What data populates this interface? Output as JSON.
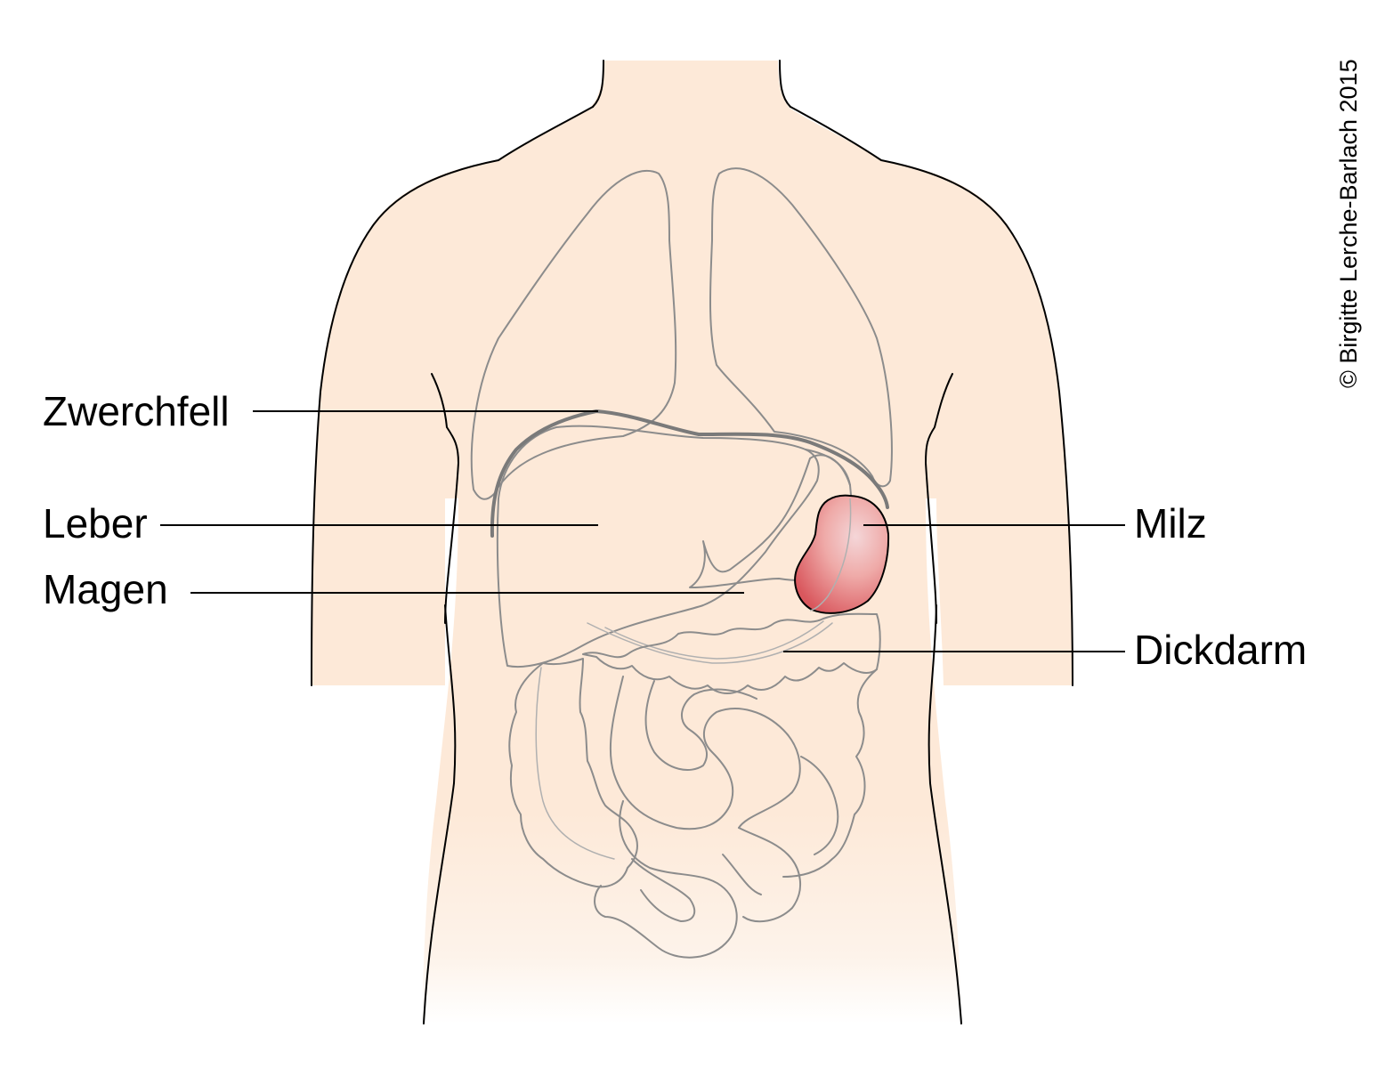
{
  "labels": {
    "zwerchfell": "Zwerchfell",
    "leber": "Leber",
    "magen": "Magen",
    "milz": "Milz",
    "dickdarm": "Dickdarm"
  },
  "copyright": "© Birgitte Lerche-Barlach 2015",
  "highlighted_organ": "Milz",
  "colors": {
    "skin": "#fde9d8",
    "spleen_light": "#f6d3d3",
    "spleen_dark": "#d9575d",
    "organ_outline": "#8c8c8c",
    "body_outline": "#000000"
  }
}
